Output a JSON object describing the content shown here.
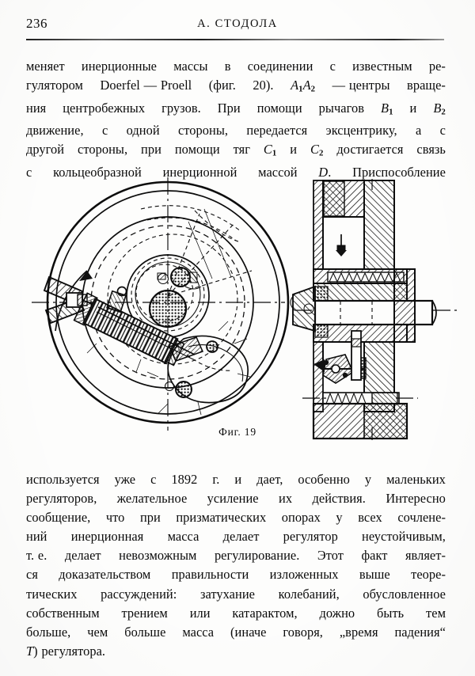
{
  "page": {
    "folio": "236",
    "running_title": "А. СТОДОЛА",
    "language": "ru",
    "background_color": "#fdfdfc",
    "ink_color": "#0b0b0b"
  },
  "paragraph_1": {
    "lines": [
      "меняет  инерционные  массы  в  соединении  с  известным  ре-",
      "гулятором  Doerfel — Proell  (фиг.  20).  A₁A₂ — центры  враще-",
      "ния  центробежных  грузов.  При  помощи  рычагов  B₁  и  B₂",
      "движение,  с  одной  стороны,  передается  эксцентрику,  а  с",
      "другой  стороны,  при  помощи  тяг  C₁  и  C₂  достигается  связь",
      "с  кольцеобразной  инерционной  массой  D.  Приспособление"
    ],
    "l1": {
      "a": "меняет",
      "b": "инерционные",
      "c": "массы",
      "d": "в",
      "e": "соединении",
      "f": "с",
      "g": "известным",
      "h": "ре-"
    },
    "l2": {
      "a": "гулятором",
      "b": "Doerfel — Proell",
      "c": "(фиг.",
      "d": "20).",
      "e": "A",
      "e_sub1": "1",
      "f": "A",
      "f_sub2": "2",
      "g": "— центры",
      "h": "враще-"
    },
    "l3": {
      "a": "ния",
      "b": "центробежных",
      "c": "грузов.",
      "d": "При",
      "e": "помощи",
      "f": "рычагов",
      "g": "B",
      "g_sub": "1",
      "h": "и",
      "i": "B",
      "i_sub": "2"
    },
    "l4": {
      "a": "движение,",
      "b": "с",
      "c": "одной",
      "d": "стороны,",
      "e": "передается",
      "f": "эксцентрику,",
      "g": "а",
      "h": "с"
    },
    "l5": {
      "a": "другой",
      "b": "стороны,",
      "c": "при",
      "d": "помощи",
      "e": "тяг",
      "f": "C",
      "f_sub": "1",
      "g": "и",
      "h": "C",
      "h_sub": "2",
      "i": "достигается",
      "j": "связь"
    },
    "l6": {
      "a": "с",
      "b": "кольцеобразной",
      "c": "инерционной",
      "d": "массой",
      "e": "D",
      "f": ".",
      "g": "Приспособление"
    }
  },
  "figure": {
    "caption": "Фиг. 19",
    "number": "19",
    "views": [
      {
        "name": "front-elevation",
        "description": "circular governor front view with concentric rings, dashed construction arcs, coil spring, inertia ring and rotation arrow"
      },
      {
        "name": "cross-section",
        "description": "sectional side view with hatched body, central shaft, threaded sleeve and bearing details"
      }
    ],
    "rotation_arrow": "counter-clockwise"
  },
  "paragraph_2": {
    "lines": [
      "используется  уже  с  1892  г.  и  дает,  особенно  у  маленьких",
      "регуляторов,  желательное  усиление  их  действия.  Интересно",
      "сообщение,  что  при  призматических  опорах  у  всех  сочлене-",
      "ний  инерционная  масса  делает  регулятор  неустойчивым,",
      "т. е. делает  невозможным  регулирование. Этот  факт  являет-",
      "ся  доказательством  правильности  изложенных  выше  теоре-",
      "тических  рассуждений:  затухание  колебаний,  обусловленное",
      "собственным  трением  или  катарактом,  дожно  быть  тем",
      "больше,  чем  больше   масса  (иначе говоря,  „время  падения“",
      "T)  регулятора."
    ],
    "l1": {
      "a": "используется",
      "b": "уже",
      "c": "с",
      "d": "1892",
      "e": "г.",
      "f": "и",
      "g": "дает,",
      "h": "особенно",
      "i": "у",
      "j": "маленьких"
    },
    "l2": {
      "a": "регуляторов,",
      "b": "желательное",
      "c": "усиление",
      "d": "их",
      "e": "действия.",
      "f": "Интересно"
    },
    "l3": {
      "a": "сообщение,",
      "b": "что",
      "c": "при",
      "d": "призматических",
      "e": "опорах",
      "f": "у",
      "g": "всех",
      "h": "сочлене-"
    },
    "l4": {
      "a": "ний",
      "b": "инерционная",
      "c": "масса",
      "d": "делает",
      "e": "регулятор",
      "f": "неустойчивым,"
    },
    "l5": {
      "a": "т. е.",
      "b": "делает",
      "c": "невозможным",
      "d": "регулирование.",
      "e": "Этот",
      "f": "факт",
      "g": "являет-"
    },
    "l6": {
      "a": "ся",
      "b": "доказательством",
      "c": "правильности",
      "d": "изложенных",
      "e": "выше",
      "f": "теоре-"
    },
    "l7": {
      "a": "тических",
      "b": "рассуждений:",
      "c": "затухание",
      "d": "колебаний,",
      "e": "обусловленное"
    },
    "l8": {
      "a": "собственным",
      "b": "трением",
      "c": "или",
      "d": "катарактом,",
      "e": "дожно",
      "f": "быть",
      "g": "тем"
    },
    "l9": {
      "a": "больше,",
      "b": "чем",
      "c": "больше",
      "d": "масса",
      "e": "(иначе",
      "f": "говоря,",
      "g": "„время",
      "h": "падения“"
    },
    "l10": {
      "a": "T",
      "b": ")",
      "c": "регулятора."
    }
  }
}
